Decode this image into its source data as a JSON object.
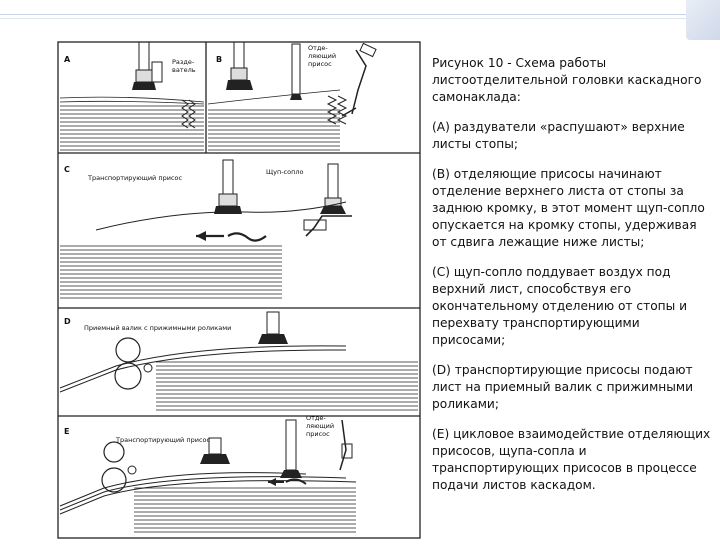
{
  "figure": {
    "panels": {
      "A": {
        "letter": "A",
        "label": "Разде-\nватель"
      },
      "B": {
        "letter": "B",
        "label": "Отде-\nляющий\nприсос"
      },
      "C": {
        "letter": "C",
        "label_left": "Транспортирующий присос",
        "label_right": "Щуп-сопло"
      },
      "D": {
        "letter": "D",
        "label": "Приемный валик с прижимными роликами"
      },
      "E": {
        "letter": "E",
        "label_left": "Транспортирующий присос",
        "label_right": "Отде-\nляющий\nприсос"
      }
    }
  },
  "caption": {
    "title": "Рисунок 10 - Схема работы листоотделительной головки каскадного самонаклада:",
    "items": [
      "(А) раздуватели «распушают» верхние листы стопы;",
      "(В) отделяющие присосы начинают отделение верхнего листа от стопы за заднюю кромку, в этот момент щуп-сопло опускается на кромку стопы, удерживая от сдвига лежащие ниже листы;",
      "(С) щуп-сопло поддувает воздух под верхний лист, способствуя его окончательному отделению от стопы и перехвату транспортирующими присосами;",
      "(D) транспортирующие присосы подают лист на приемный валик с прижимными роликами;",
      "(Е) цикловое взаимодействие отделяющих присосов, щупа-сопла и транспортирующих присосов в процессе подачи листов каскадом."
    ]
  }
}
